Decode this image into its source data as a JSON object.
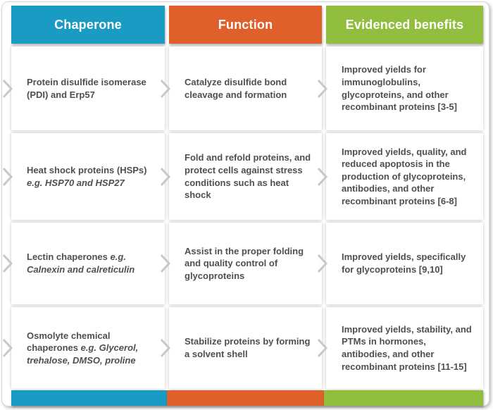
{
  "title": "Chaperone function and benefits table",
  "colors": {
    "chaperone_blue": "#1a9bc4",
    "function_orange": "#e0602b",
    "benefits_green": "#92be3e",
    "body_text": "#4f4f4f"
  },
  "table": {
    "headers": [
      {
        "label": "Chaperone"
      },
      {
        "label": "Function"
      },
      {
        "label": "Evidenced benefits"
      }
    ],
    "rows": [
      {
        "chaperone": {
          "normal": "Protein disulfide isomerase (PDI) and Erp57",
          "italic": ""
        },
        "function": "Catalyze disulfide bond cleavage and formation",
        "benefits": "Improved yields for immunoglobulins, glycoproteins, and other recombinant proteins [3-5]"
      },
      {
        "chaperone": {
          "normal": "Heat shock proteins (HSPs) ",
          "italic": "e.g. HSP70 and HSP27"
        },
        "function": "Fold and refold proteins, and protect cells against stress conditions such as heat shock",
        "benefits": "Improved yields, quality, and reduced apoptosis in the production of glycoproteins, antibodies, and other recombinant proteins [6-8]"
      },
      {
        "chaperone": {
          "normal": "Lectin chaperones ",
          "italic": "e.g. Calnexin and calreticulin"
        },
        "function": "Assist in the proper folding and quality control of glycoproteins",
        "benefits": "Improved yields, specifically for glycoproteins [9,10]"
      },
      {
        "chaperone": {
          "normal": "Osmolyte chemical chaperones ",
          "italic": "e.g. Glycerol, trehalose, DMSO, proline"
        },
        "function": "Stabilize proteins by forming a solvent shell",
        "benefits": "Improved yields, stability, and PTMs in hormones, antibodies, and other recombinant proteins [11-15]"
      }
    ]
  },
  "icons": {
    "flow_arrow": "chevron-right"
  }
}
